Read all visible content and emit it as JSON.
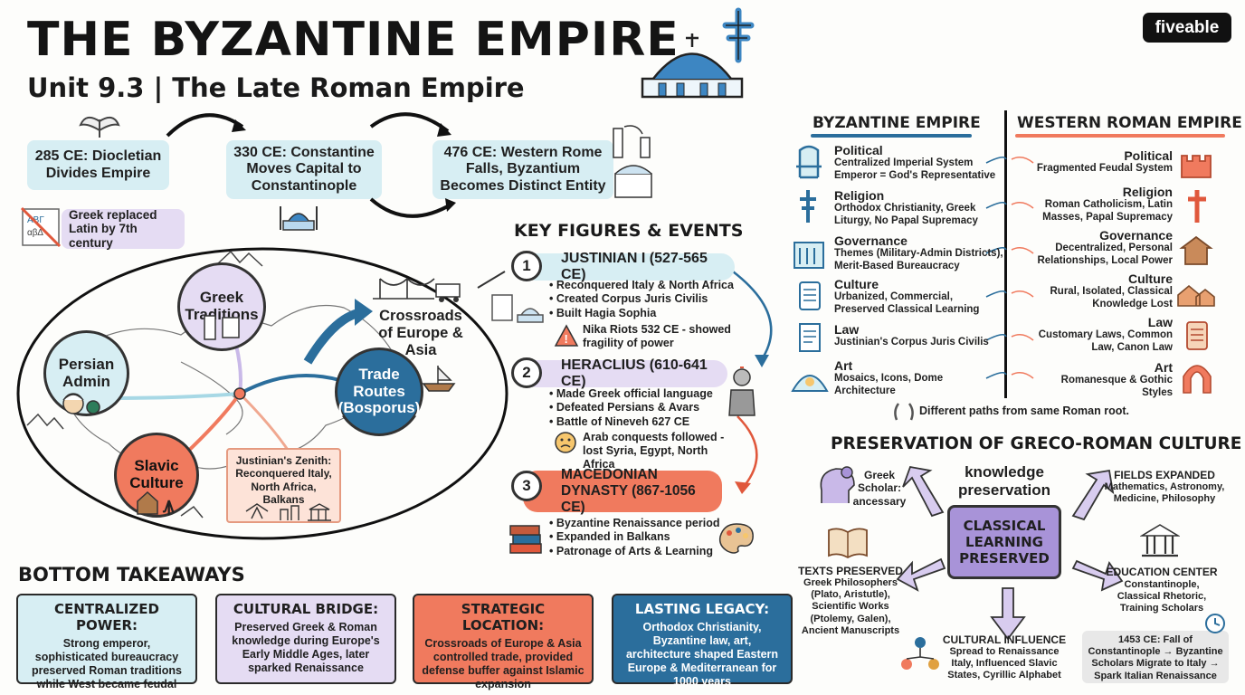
{
  "header": {
    "title": "THE BYZANTINE EMPIRE",
    "subtitle": "Unit 9.3 | The Late Roman Empire",
    "logo": "fiveable"
  },
  "timeline": [
    {
      "label": "285 CE: Diocletian Divides Empire"
    },
    {
      "label": "330 CE: Constantine Moves Capital to Constantinople"
    },
    {
      "label": "476 CE: Western Rome Falls, Byzantium Becomes Distinct Entity"
    }
  ],
  "language_note": "Greek replaced Latin by 7th century",
  "map": {
    "bubbles": {
      "greek": "Greek Traditions",
      "persian": "Persian Admin",
      "slavic": "Slavic Culture",
      "trade": "Trade Routes (Bosporus)"
    },
    "crossroads": "Crossroads of Europe & Asia",
    "zenith": "Justinian's Zenith: Reconquered Italy, North Africa, Balkans"
  },
  "key_figures": {
    "title": "KEY FIGURES & EVENTS",
    "items": [
      {
        "num": "1",
        "name": "JUSTINIAN I (527-565 CE)",
        "bullets": [
          "Reconquered Italy & North Africa",
          "Created Corpus Juris Civilis",
          "Built Hagia Sophia"
        ],
        "note": "Nika Riots 532 CE - showed fragility of power"
      },
      {
        "num": "2",
        "name": "HERACLIUS (610-641 CE)",
        "bullets": [
          "Made Greek official language",
          "Defeated Persians & Avars",
          "Battle of Nineveh 627 CE"
        ],
        "note": "Arab conquests followed - lost Syria, Egypt, North Africa"
      },
      {
        "num": "3",
        "name": "MACEDONIAN DYNASTY (867-1056 CE)",
        "bullets": [
          "Byzantine Renaissance period",
          "Expanded in Balkans",
          "Patronage of Arts & Learning"
        ],
        "note": ""
      }
    ]
  },
  "comparison": {
    "left_title": "BYZANTINE EMPIRE",
    "right_title": "WESTERN ROMAN EMPIRE",
    "rows": [
      {
        "topic": "Political",
        "east": "Centralized Imperial System Emperor = God's Representative",
        "west": "Fragmented Feudal System"
      },
      {
        "topic": "Religion",
        "east": "Orthodox Christianity, Greek Liturgy, No Papal Supremacy",
        "west": "Roman Catholicism, Latin Masses, Papal Supremacy"
      },
      {
        "topic": "Governance",
        "east": "Themes (Military-Admin Districts), Merit-Based Bureaucracy",
        "west": "Decentralized, Personal Relationships, Local Power"
      },
      {
        "topic": "Culture",
        "east": "Urbanized, Commercial, Preserved Classical Learning",
        "west": "Rural, Isolated, Classical Knowledge Lost"
      },
      {
        "topic": "Law",
        "east": "Justinian's Corpus Juris Civilis",
        "west": "Customary Laws, Common Law, Canon Law"
      },
      {
        "topic": "Art",
        "east": "Mosaics, Icons, Dome Architecture",
        "west": "Romanesque & Gothic Styles"
      }
    ],
    "footer": "Different paths from same Roman root."
  },
  "preservation": {
    "title": "PRESERVATION OF GRECO-ROMAN CULTURE",
    "center": "CLASSICAL LEARNING PRESERVED",
    "top_label": "knowledge preservation",
    "scholar": "Greek Scholar: ancessary",
    "fields_title": "FIELDS EXPANDED",
    "fields_desc": "Mathematics, Astronomy, Medicine, Philosophy",
    "texts_title": "TEXTS PRESERVED",
    "texts_desc": "Greek Philosophers (Plato, Aristutle), Scientific Works (Ptolemy, Galen), Ancient Manuscripts",
    "edu_title": "EDUCATION CENTER",
    "edu_desc": "Constantinople, Classical Rhetoric, Training Scholars",
    "influence_title": "CULTURAL INFLUENCE",
    "influence_desc": "Spread to Renaissance Italy, Influenced Slavic States, Cyrillic Alphabet",
    "fall_note": "1453 CE: Fall of Constantinople → Byzantine Scholars Migrate to Italy → Spark Italian Renaissance"
  },
  "takeaways": {
    "title": "BOTTOM TAKEAWAYS",
    "items": [
      {
        "title": "CENTRALIZED POWER:",
        "desc": "Strong emperor, sophisticated bureaucracy preserved Roman traditions while West became feudal",
        "color": "#d7eef3"
      },
      {
        "title": "CULTURAL BRIDGE:",
        "desc": "Preserved Greek & Roman knowledge during Europe's Early Middle Ages, later sparked Renaissance",
        "color": "#e5dcf3"
      },
      {
        "title": "STRATEGIC LOCATION:",
        "desc": "Crossroads of Europe & Asia controlled trade, provided defense buffer against Islamic expansion",
        "color": "#f07a5e"
      },
      {
        "title": "LASTING LEGACY:",
        "desc": "Orthodox Christianity, Byzantine law, art, architecture shaped Eastern Europe & Mediterranean for 1000 years",
        "color": "#2b6e9c"
      }
    ]
  },
  "colors": {
    "teal": "#d7eef3",
    "lavender": "#e5dcf3",
    "coral": "#f07a5e",
    "navy": "#2b6e9c"
  }
}
